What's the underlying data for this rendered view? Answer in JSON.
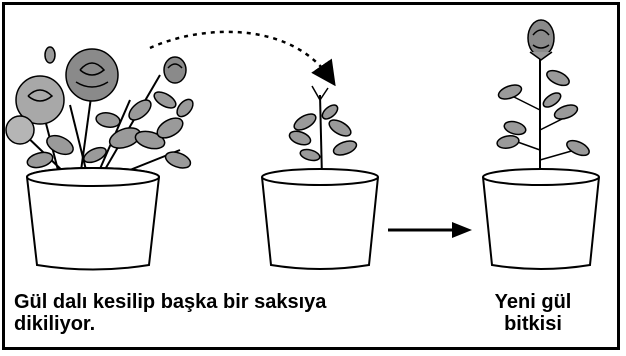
{
  "captions": {
    "left_line1": "Gül dalı kesilip başka bir saksıya",
    "left_line2": "dikiliyor.",
    "right_line1": "Yeni gül",
    "right_line2": "bitkisi"
  },
  "icons": {
    "dashed_arrow": "curved-dashed-arrow-icon",
    "solid_arrow": "right-arrow-icon"
  },
  "colors": {
    "ink": "#000000",
    "leaf": "#9a9a9a",
    "rose": "#8a8a8a",
    "pot": "#ffffff"
  }
}
